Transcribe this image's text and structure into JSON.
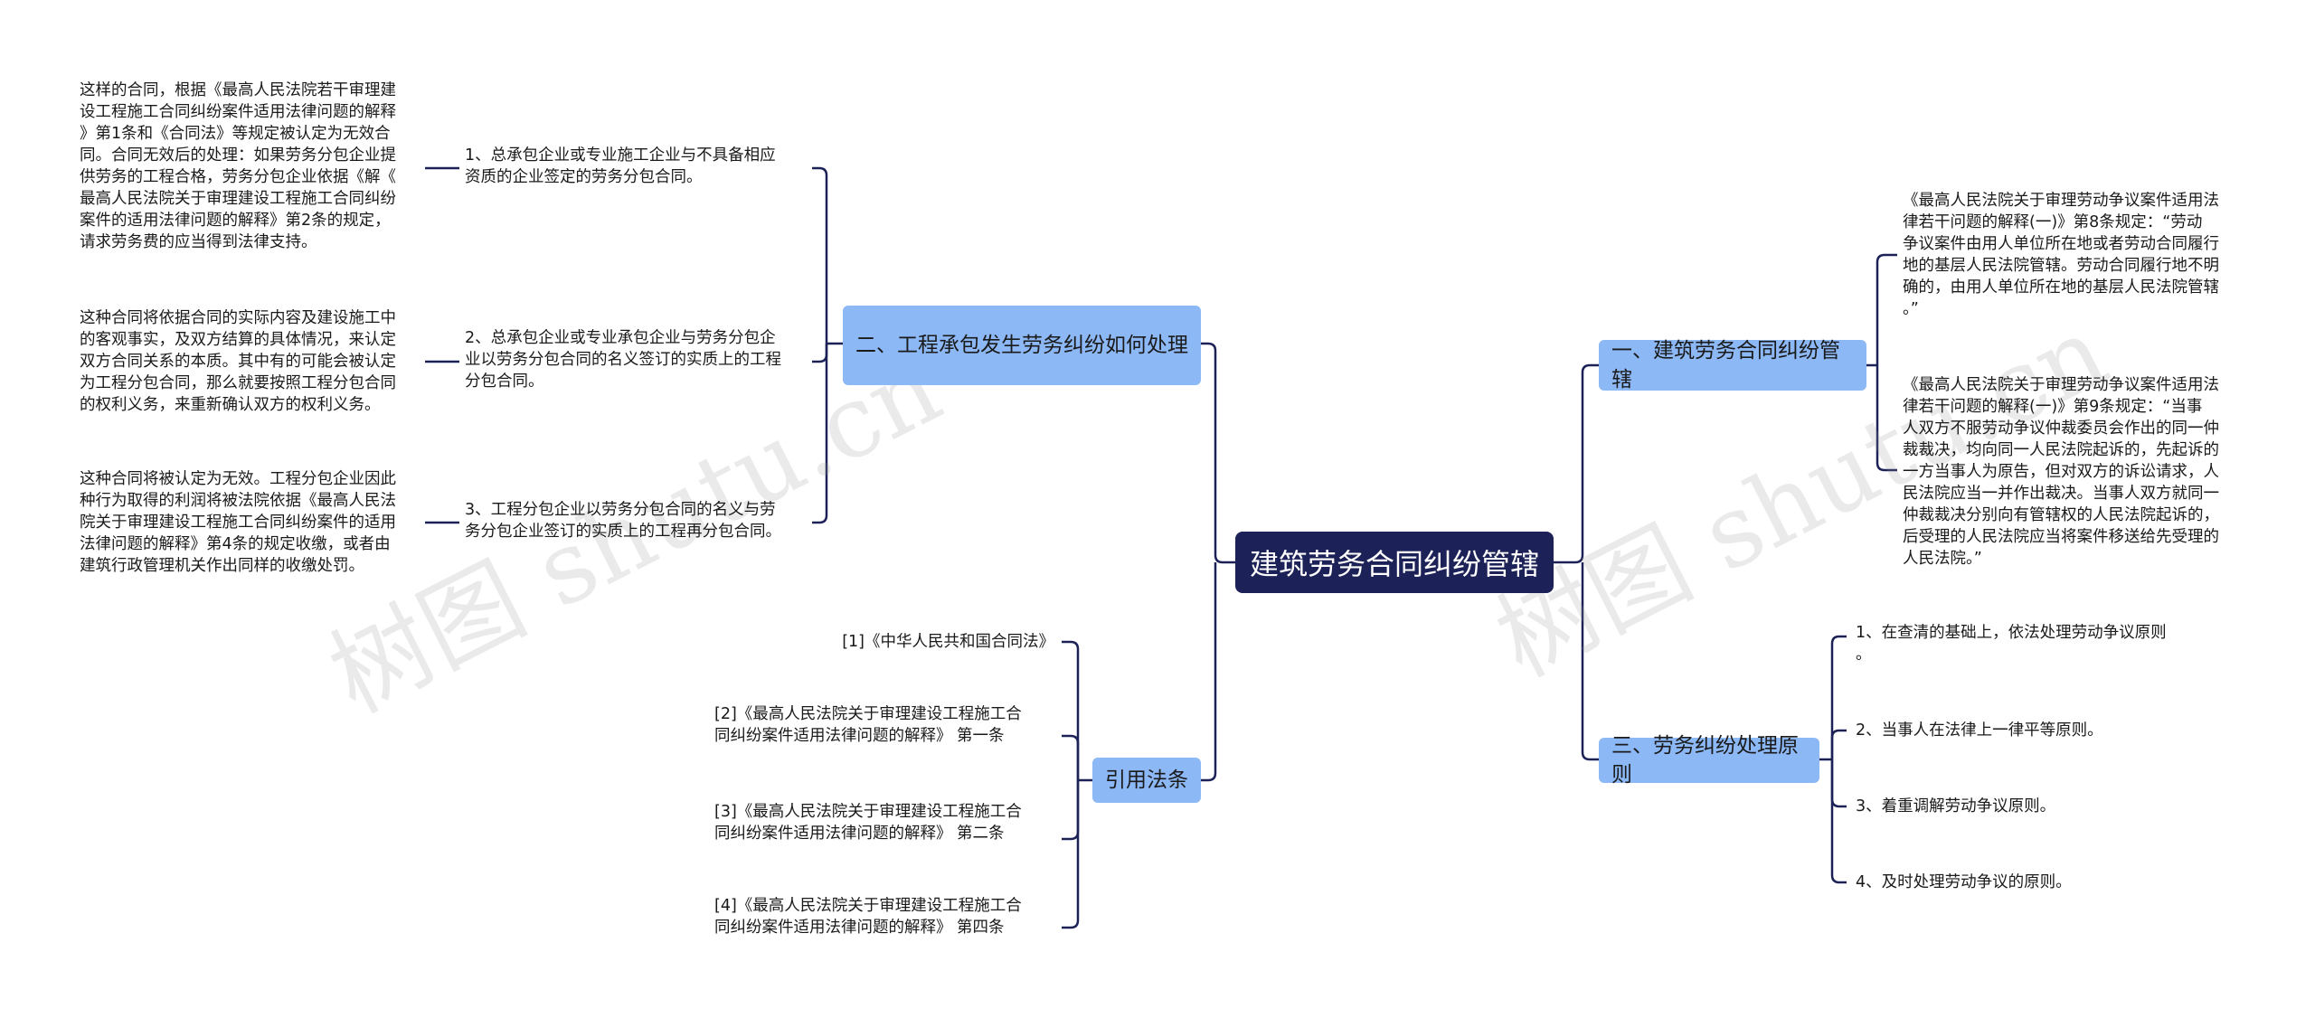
{
  "root": {
    "label": "建筑劳务合同纠纷管辖"
  },
  "branches": {
    "b1": {
      "label": "一、建筑劳务合同纠纷管辖",
      "items": [
        "《最高人民法院关于审理劳动争议案件适用法\n律若干问题的解释(一)》第8条规定：“劳动\n争议案件由用人单位所在地或者劳动合同履行\n地的基层人民法院管辖。劳动合同履行地不明\n确的，由用人单位所在地的基层人民法院管辖\n。”",
        "《最高人民法院关于审理劳动争议案件适用法\n律若干问题的解释(一)》第9条规定：“当事\n人双方不服劳动争议仲裁委员会作出的同一仲\n裁裁决，均向同一人民法院起诉的，先起诉的\n一方当事人为原告，但对双方的诉讼请求，人\n民法院应当一并作出裁决。当事人双方就同一\n仲裁裁决分别向有管辖权的人民法院起诉的，\n后受理的人民法院应当将案件移送给先受理的\n人民法院。”"
      ]
    },
    "b2": {
      "label": "二、工程承包发生劳务纠纷如何处理",
      "items": [
        "1、总承包企业或专业施工企业与不具备相应\n资质的企业签定的劳务分包合同。",
        "2、总承包企业或专业承包企业与劳务分包企\n业以劳务分包合同的名义签订的实质上的工程\n分包合同。",
        "3、工程分包企业以劳务分包合同的名义与劳\n务分包企业签订的实质上的工程再分包合同。"
      ],
      "details": [
        "这样的合同，根据《最高人民法院若干审理建\n设工程施工合同纠纷案件适用法律问题的解释\n》第1条和《合同法》等规定被认定为无效合\n同。合同无效后的处理：如果劳务分包企业提\n供劳务的工程合格，劳务分包企业依据《解《\n最高人民法院关于审理建设工程施工合同纠纷\n案件的适用法律问题的解释》第2条的规定，\n请求劳务费的应当得到法律支持。",
        "这种合同将依据合同的实际内容及建设施工中\n的客观事实，及双方结算的具体情况，来认定\n双方合同关系的本质。其中有的可能会被认定\n为工程分包合同，那么就要按照工程分包合同\n的权利义务，来重新确认双方的权利义务。",
        "这种合同将被认定为无效。工程分包企业因此\n种行为取得的利润将被法院依据《最高人民法\n院关于审理建设工程施工合同纠纷案件的适用\n法律问题的解释》第4条的规定收缴，或者由\n建筑行政管理机关作出同样的收缴处罚。"
      ]
    },
    "b3": {
      "label": "三、劳务纠纷处理原则",
      "items": [
        "1、在查清的基础上，依法处理劳动争议原则\n。",
        "2、当事人在法律上一律平等原则。",
        "3、着重调解劳动争议原则。",
        "4、及时处理劳动争议的原则。"
      ]
    },
    "b4": {
      "label": "引用法条",
      "items": [
        "[1]《中华人民共和国合同法》",
        "[2]《最高人民法院关于审理建设工程施工合\n同纠纷案件适用法律问题的解释》 第一条",
        "[3]《最高人民法院关于审理建设工程施工合\n同纠纷案件适用法律问题的解释》 第二条",
        "[4]《最高人民法院关于审理建设工程施工合\n同纠纷案件适用法律问题的解释》 第四条"
      ]
    }
  },
  "watermark": "树图 shutu.cn",
  "colors": {
    "root": "#1c2257",
    "branch": "#8db8f6",
    "line": "#1c2257"
  }
}
